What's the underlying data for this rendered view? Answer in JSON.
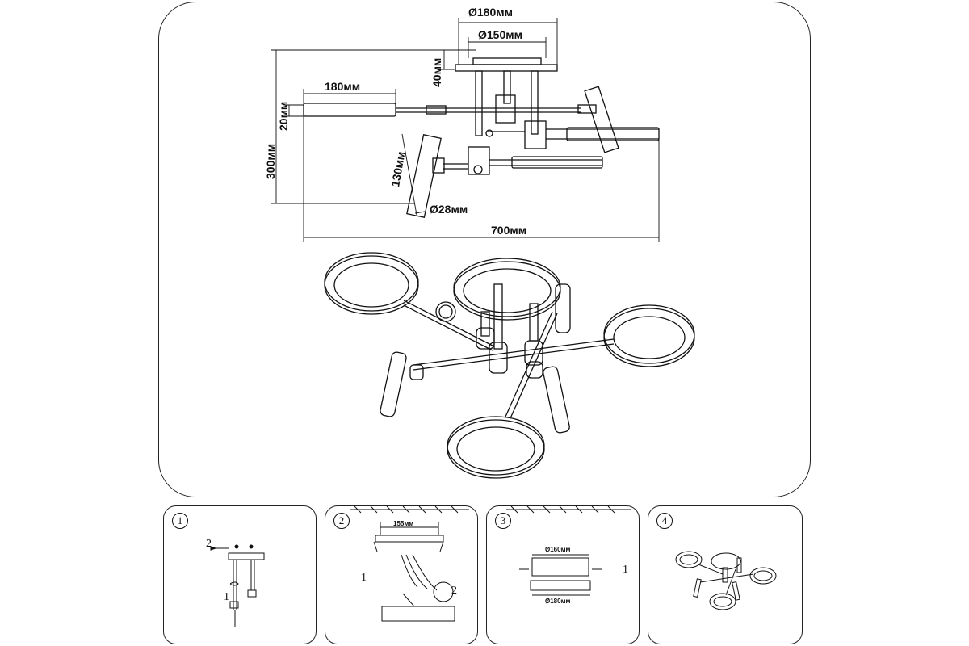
{
  "dimensions": {
    "canopy_outer": "Ø180мм",
    "canopy_inner": "Ø150мм",
    "canopy_height": "40мм",
    "arm_length": "180мм",
    "arm_diameter": "20мм",
    "total_height": "300мм",
    "spot_length": "130мм",
    "spot_diameter": "Ø28мм",
    "total_width": "700мм"
  },
  "steps": [
    {
      "number": "1",
      "labels": [
        "2",
        "1"
      ]
    },
    {
      "number": "2",
      "mount_spacing": "155мм",
      "labels": [
        "1",
        "2"
      ]
    },
    {
      "number": "3",
      "inner": "Ø160мм",
      "outer": "Ø180мм",
      "labels": [
        "1"
      ]
    },
    {
      "number": "4"
    }
  ]
}
